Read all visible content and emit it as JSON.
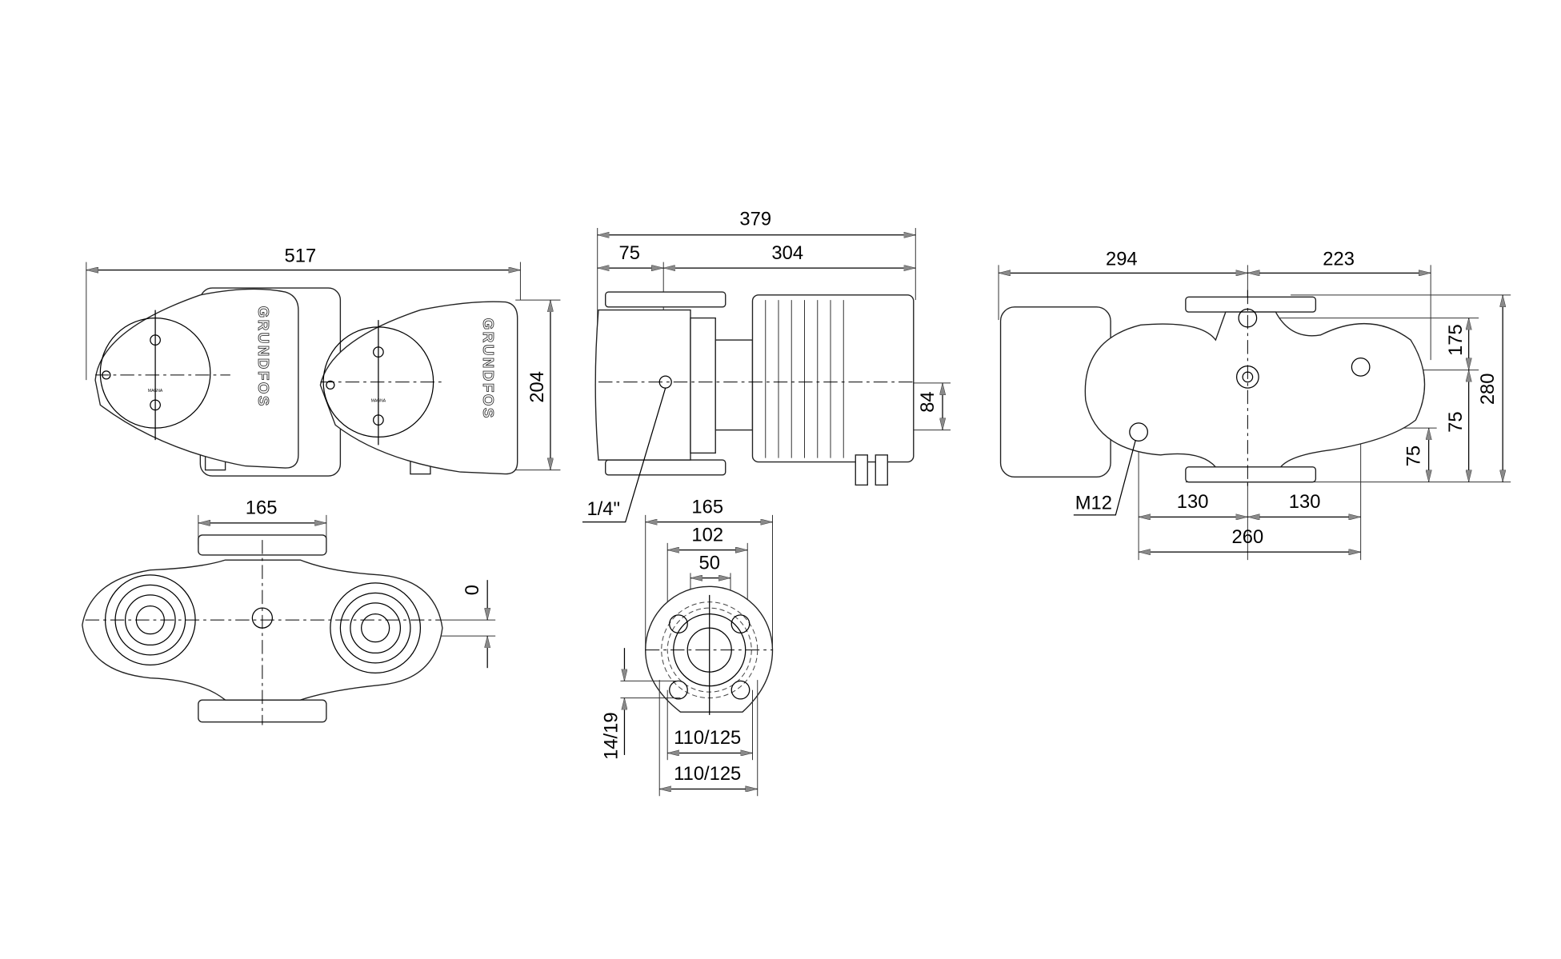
{
  "colors": {
    "line": "#000000",
    "arrow": "#808080",
    "background": "#ffffff"
  },
  "brand": "GRUNDFOS",
  "model_mark": "MAGNA",
  "front_view": {
    "overall_width": "517",
    "height": "204"
  },
  "side_view": {
    "overall_length": "379",
    "flange_offset": "75",
    "motor_length": "304",
    "shaft_height": "84",
    "port_thread": "1/4\""
  },
  "rear_view": {
    "left_width": "294",
    "right_width": "223",
    "total_height": "280",
    "upper_height": "175",
    "mid_height": "75",
    "base_height": "75",
    "bolt": "M12",
    "left_spacing": "130",
    "right_spacing": "130",
    "bolt_spacing": "260"
  },
  "top_view": {
    "flange_width": "165",
    "offset": "0"
  },
  "flange_view": {
    "outer_diameter": "165",
    "inner_diameter": "102",
    "bore": "50",
    "hole_diameter": "14/19",
    "bolt_circle_inner": "110/125",
    "bolt_circle_outer": "110/125"
  }
}
